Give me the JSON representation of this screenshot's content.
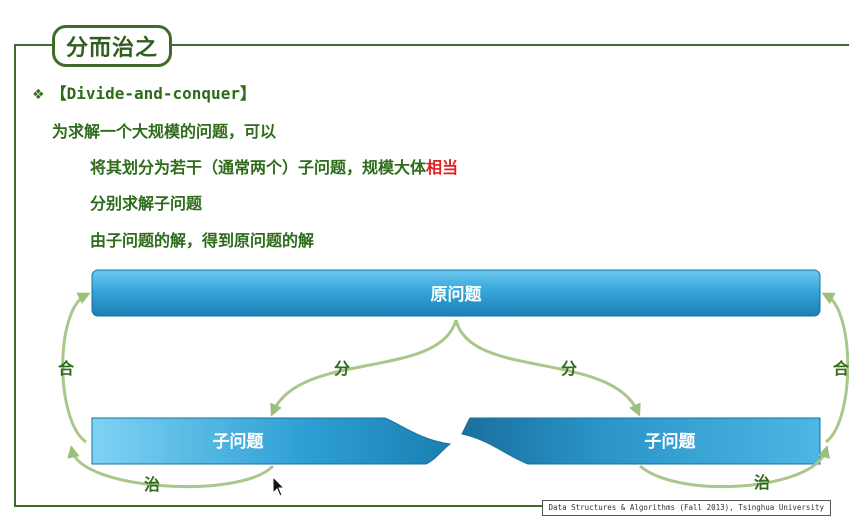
{
  "slide": {
    "title": "分而治之",
    "bullet": "【Divide-and-conquer】",
    "line1": "为求解一个大规模的问题，可以",
    "line2_prefix": "将其划分为若干（通常两个）子问题，规模大体",
    "line2_highlight": "相当",
    "line3": "分别求解子问题",
    "line4": "由子问题的解，得到原问题的解"
  },
  "diagram": {
    "original_problem": "原问题",
    "subproblem_left": "子问题",
    "subproblem_right": "子问题",
    "divide_left": "分",
    "divide_right": "分",
    "merge_left": "合",
    "merge_right": "合",
    "conquer_left": "治",
    "conquer_right": "治"
  },
  "footer": "Data Structures & Algorithms (Fall 2013), Tsinghua University",
  "colors": {
    "frame": "#3e6b2c",
    "text_green": "#2e6b1a",
    "highlight_red": "#e0201e",
    "bar_blue_light": "#4fb8e6",
    "bar_blue_dark": "#1a86b8",
    "arrow_green": "#a9c78a"
  }
}
